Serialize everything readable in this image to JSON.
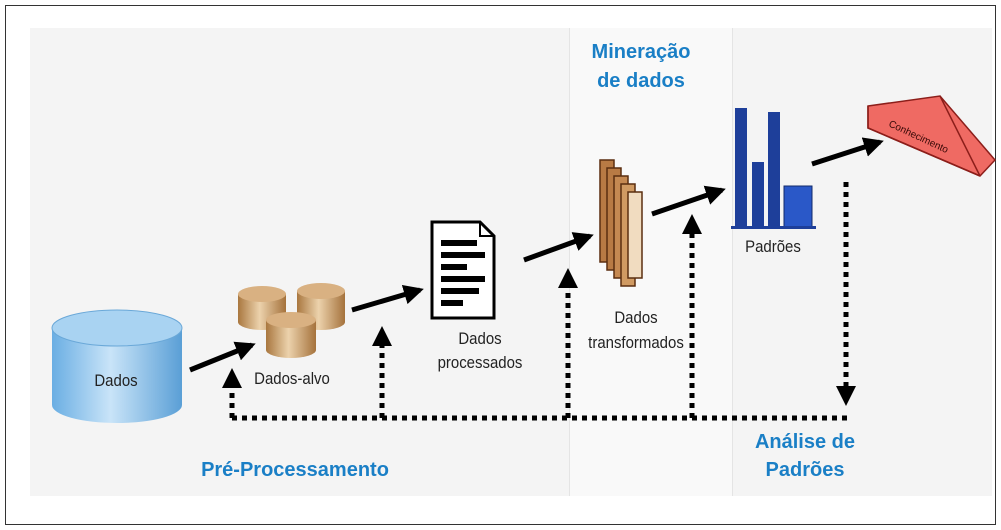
{
  "diagram": {
    "nodes": [
      {
        "id": "dados",
        "label": "Dados",
        "icon": "database-cylinder-icon"
      },
      {
        "id": "dados_alvo",
        "label": "Dados-alvo",
        "icon": "small-databases-icon"
      },
      {
        "id": "dados_processados",
        "label_line1": "Dados",
        "label_line2": "processados",
        "icon": "document-icon"
      },
      {
        "id": "dados_transformados",
        "label_line1": "Dados",
        "label_line2": "transformados",
        "icon": "stacked-sheets-icon"
      },
      {
        "id": "padroes",
        "label": "Padrões",
        "icon": "bar-chart-icon"
      },
      {
        "id": "conhecimento",
        "label": "Conhecimento",
        "icon": "knowledge-prism-icon"
      }
    ],
    "stages": {
      "preprocessamento": "Pré-Processamento",
      "mineracao_line1": "Mineração",
      "mineracao_line2": "de dados",
      "analise_line1": "Análise de",
      "analise_line2": "Padrões"
    },
    "colors": {
      "stage_text": "#1a7fc6",
      "cylinder": "#8fc4ec",
      "small_db": "#c79a63",
      "sheets": "#a4622e",
      "bars": "#1e3f9a",
      "prism": "#e8534e"
    }
  }
}
